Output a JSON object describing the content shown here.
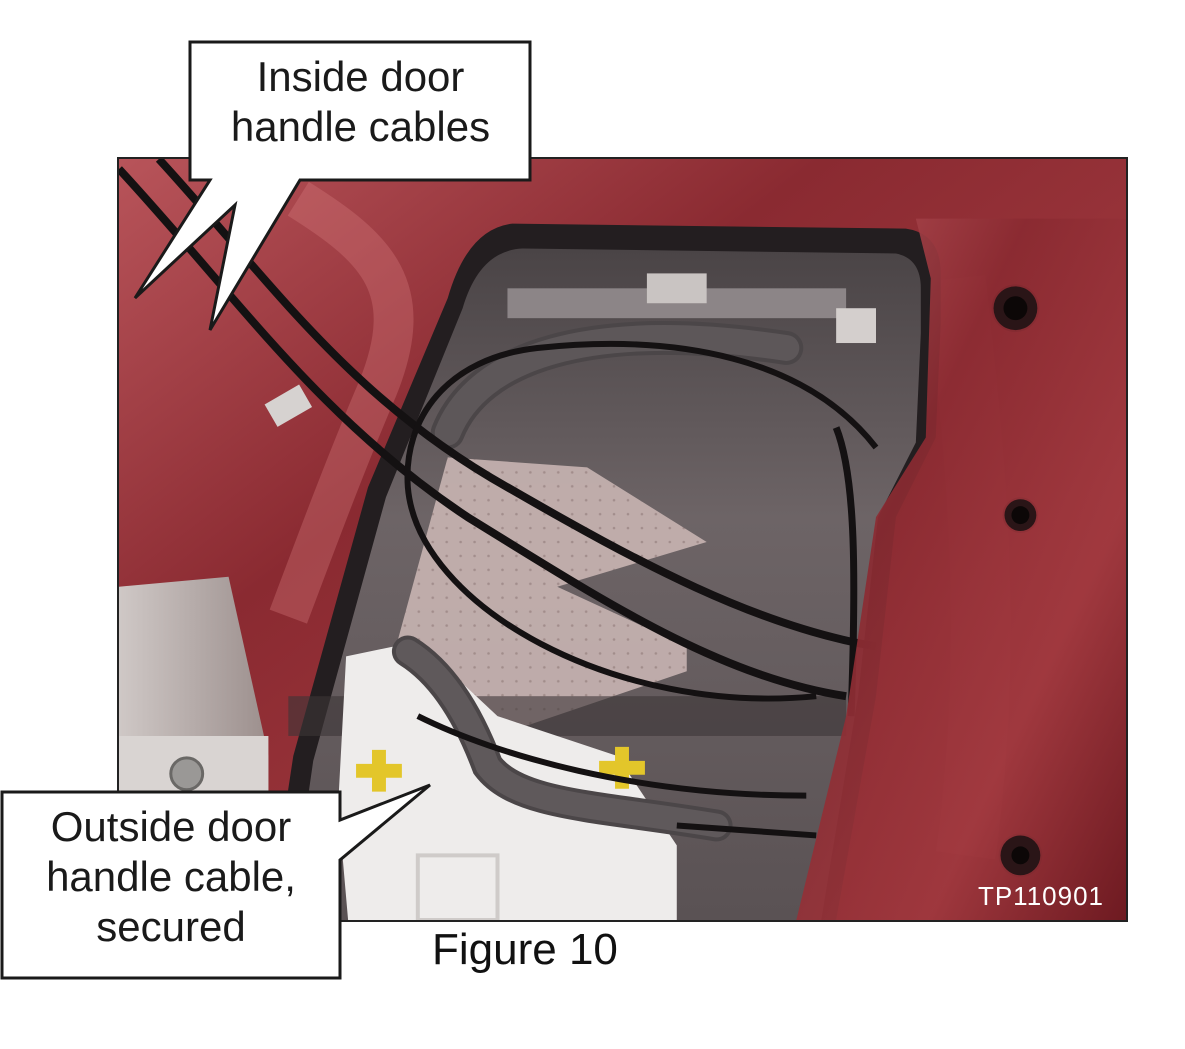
{
  "callouts": {
    "inside_line1": "Inside door",
    "inside_line2": "handle cables",
    "outside_line1": "Outside door",
    "outside_line2": "handle cable,",
    "outside_line3": "secured"
  },
  "photo": {
    "id_label": "TP110901"
  },
  "figure": {
    "caption": "Figure 10"
  }
}
